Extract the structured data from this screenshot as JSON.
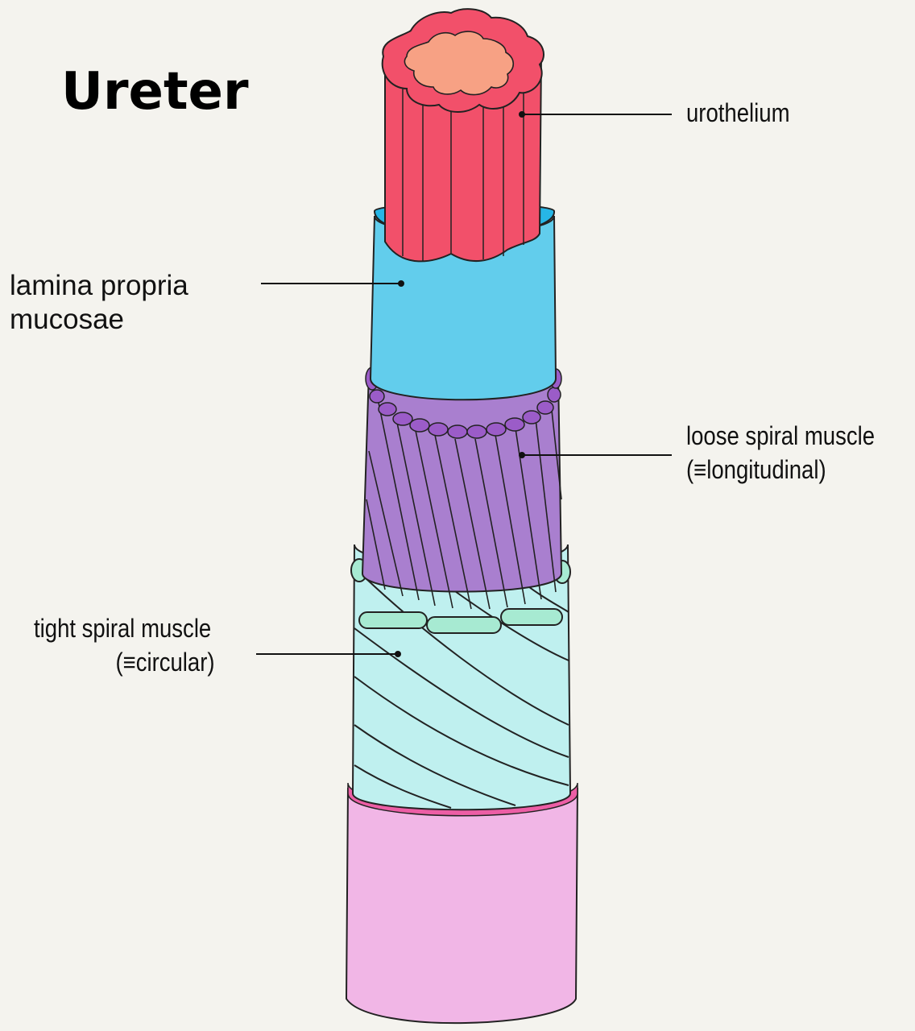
{
  "title": "Ureter",
  "labels": {
    "urothelium": {
      "line1": "urothelium"
    },
    "lamina_propria": {
      "line1": "lamina propria",
      "line2": "mucosae"
    },
    "loose_spiral": {
      "line1": "loose spiral muscle",
      "line2": "(≡longitudinal)"
    },
    "tight_spiral": {
      "line1": "tight spiral muscle",
      "line2": "(≡circular)"
    }
  },
  "colors": {
    "urothelium": "#f2506a",
    "urothelium_lumen": "#f7a184",
    "lamina_propria": "#62cdec",
    "lamina_propria_top": "#27b6e6",
    "loose_spiral": "#a97fcf",
    "loose_spiral_beads": "#9b5cc8",
    "tight_spiral": "#bff0ef",
    "tight_spiral_beads": "#a7ead2",
    "adventitia": "#f1b6e6",
    "adventitia_top": "#ec5ea5"
  }
}
